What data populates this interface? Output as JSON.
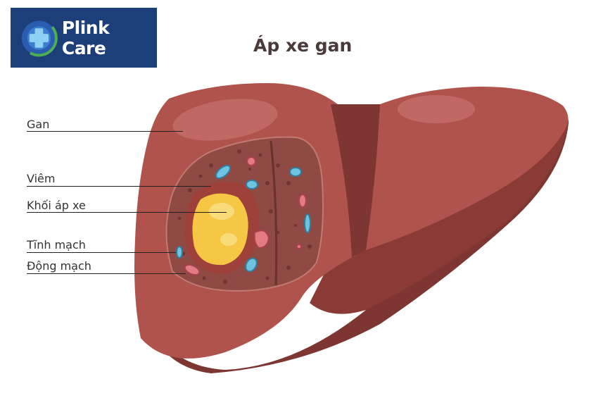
{
  "brand": {
    "name": "Plink Care",
    "logo_icon": "medical-cross-icon"
  },
  "title": "Áp xe gan",
  "labels": {
    "gan": "Gan",
    "viem": "Viêm",
    "khoi_ap_xe": "Khối áp xe",
    "tinh_mach": "Tĩnh mạch",
    "dong_mach": "Động mạch"
  },
  "colors": {
    "liver": "#b0534d",
    "liver_dark": "#7e3632",
    "abscess": "#f6c744",
    "vein": "#6ec3e0",
    "artery": "#e47a82",
    "brand_bg": "#1c3f7a"
  }
}
